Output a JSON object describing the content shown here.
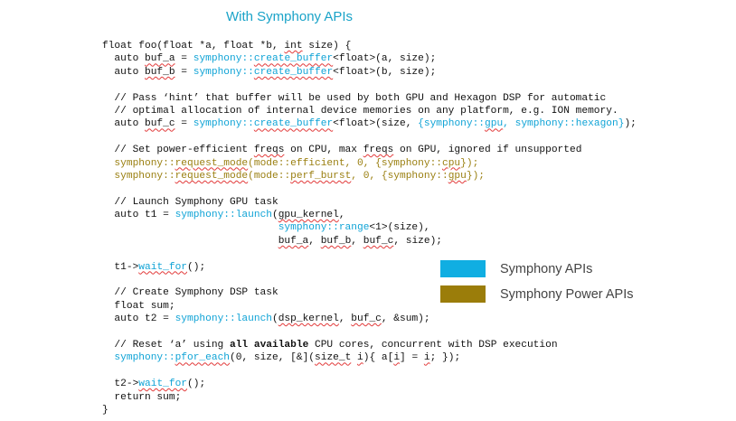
{
  "title": "With Symphony APIs",
  "legend": [
    {
      "label": "Symphony APIs",
      "color": "#10aee2"
    },
    {
      "label": "Symphony Power APIs",
      "color": "#9b7d0a"
    }
  ],
  "colors": {
    "api": "#0fa3d6",
    "power": "#9a7f10",
    "squiggle": "#e23a3a"
  },
  "code": [
    [
      [
        "float foo(float *a, float *b, ",
        ""
      ],
      [
        "int",
        "sq"
      ],
      [
        " size) {",
        ""
      ]
    ],
    [
      [
        "  auto ",
        ""
      ],
      [
        "buf_a",
        "sq"
      ],
      [
        " = ",
        ""
      ],
      [
        "symphony::",
        "api"
      ],
      [
        "create_buffer",
        "api sq"
      ],
      [
        "<float>(a, size);",
        ""
      ]
    ],
    [
      [
        "  auto ",
        ""
      ],
      [
        "buf_b",
        "sq"
      ],
      [
        " = ",
        ""
      ],
      [
        "symphony::",
        "api"
      ],
      [
        "create_buffer",
        "api sq"
      ],
      [
        "<float>(b, size);",
        ""
      ]
    ],
    [
      [
        "",
        ""
      ]
    ],
    [
      [
        "  // Pass ‘hint’ that buffer will be used by both GPU and Hexagon DSP for automatic",
        ""
      ]
    ],
    [
      [
        "  // optimal allocation of internal device memories on any platform, e.g. ION memory.",
        ""
      ]
    ],
    [
      [
        "  auto ",
        ""
      ],
      [
        "buf_c",
        "sq"
      ],
      [
        " = ",
        ""
      ],
      [
        "symphony::",
        "api"
      ],
      [
        "create_buffer",
        "api sq"
      ],
      [
        "<float>(size, ",
        ""
      ],
      [
        "{symphony::",
        "api"
      ],
      [
        "gpu",
        "api sq"
      ],
      [
        ", symphony::hexagon}",
        "api"
      ],
      [
        ");",
        ""
      ]
    ],
    [
      [
        "",
        ""
      ]
    ],
    [
      [
        "  // Set power-efficient ",
        ""
      ],
      [
        "freqs",
        "sq"
      ],
      [
        " on CPU, max ",
        ""
      ],
      [
        "freqs",
        "sq"
      ],
      [
        " on GPU, ignored if unsupported",
        ""
      ]
    ],
    [
      [
        "  symphony::",
        "pwr"
      ],
      [
        "request_mode",
        "pwr sq"
      ],
      [
        "(mode::efficient, 0, {symphony::",
        "pwr"
      ],
      [
        "cpu",
        "pwr sq"
      ],
      [
        "});",
        "pwr"
      ]
    ],
    [
      [
        "  symphony::",
        "pwr"
      ],
      [
        "request_mode",
        "pwr sq"
      ],
      [
        "(mode::",
        "pwr"
      ],
      [
        "perf_burst",
        "pwr sq"
      ],
      [
        ", 0, {symphony::",
        "pwr"
      ],
      [
        "gpu",
        "pwr sq"
      ],
      [
        "});",
        "pwr"
      ]
    ],
    [
      [
        "",
        ""
      ]
    ],
    [
      [
        "  // Launch Symphony GPU task",
        ""
      ]
    ],
    [
      [
        "  auto t1 = ",
        ""
      ],
      [
        "symphony::launch",
        "api"
      ],
      [
        "(",
        ""
      ],
      [
        "gpu_kernel",
        "sq"
      ],
      [
        ",",
        ""
      ]
    ],
    [
      [
        "                             ",
        ""
      ],
      [
        "symphony::range",
        "api"
      ],
      [
        "<1>(size),",
        ""
      ]
    ],
    [
      [
        "                             ",
        ""
      ],
      [
        "buf_a",
        "sq"
      ],
      [
        ", ",
        ""
      ],
      [
        "buf_b",
        "sq"
      ],
      [
        ", ",
        ""
      ],
      [
        "buf_c",
        "sq"
      ],
      [
        ", size);",
        ""
      ]
    ],
    [
      [
        "",
        ""
      ]
    ],
    [
      [
        "  t1->",
        ""
      ],
      [
        "wait_for",
        "api sq"
      ],
      [
        "();",
        ""
      ]
    ],
    [
      [
        "",
        ""
      ]
    ],
    [
      [
        "  // Create Symphony DSP task",
        ""
      ]
    ],
    [
      [
        "  float sum;",
        ""
      ]
    ],
    [
      [
        "  auto t2 = ",
        ""
      ],
      [
        "symphony::launch",
        "api"
      ],
      [
        "(",
        ""
      ],
      [
        "dsp_kernel",
        "sq"
      ],
      [
        ", ",
        ""
      ],
      [
        "buf_c",
        "sq"
      ],
      [
        ", &sum);",
        ""
      ]
    ],
    [
      [
        "",
        ""
      ]
    ],
    [
      [
        "  // Reset ‘a’ using ",
        ""
      ],
      [
        "all available",
        "b"
      ],
      [
        " CPU cores, concurrent with DSP execution",
        ""
      ]
    ],
    [
      [
        "  symphony::",
        "api"
      ],
      [
        "pfor_each",
        "api sq"
      ],
      [
        "(0, size, [&](",
        ""
      ],
      [
        "size_t",
        "sq"
      ],
      [
        " ",
        ""
      ],
      [
        "i",
        "sq"
      ],
      [
        "){ a[",
        ""
      ],
      [
        "i",
        "sq"
      ],
      [
        "] = ",
        ""
      ],
      [
        "i",
        "sq"
      ],
      [
        "; });",
        ""
      ]
    ],
    [
      [
        "",
        ""
      ]
    ],
    [
      [
        "  t2->",
        ""
      ],
      [
        "wait_for",
        "api sq"
      ],
      [
        "();",
        ""
      ]
    ],
    [
      [
        "  return sum;",
        ""
      ]
    ],
    [
      [
        "}",
        ""
      ]
    ]
  ]
}
